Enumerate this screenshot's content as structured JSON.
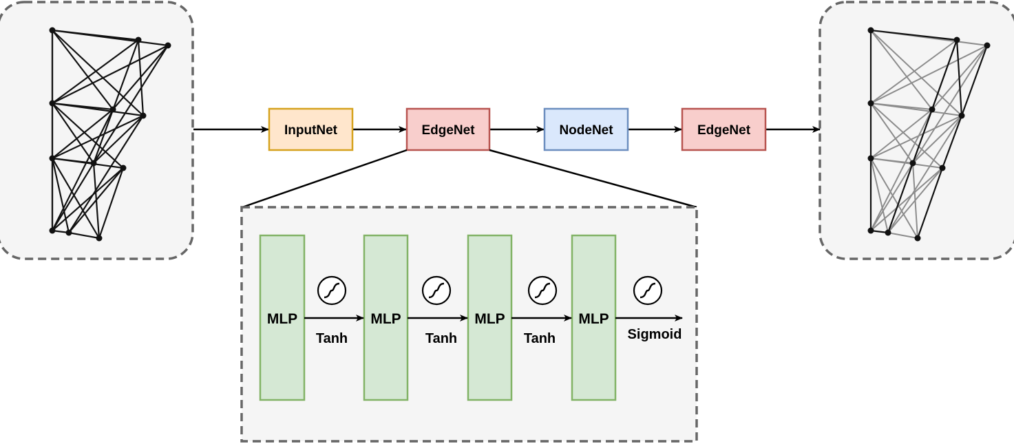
{
  "pipeline": {
    "blocks": [
      {
        "id": "inputnet",
        "label": "InputNet",
        "fill": "#ffe6cc",
        "stroke": "#d6a21e"
      },
      {
        "id": "edgenet-1",
        "label": "EdgeNet",
        "fill": "#f8cecc",
        "stroke": "#b85450"
      },
      {
        "id": "nodenet",
        "label": "NodeNet",
        "fill": "#dae8fc",
        "stroke": "#6c8ebf"
      },
      {
        "id": "edgenet-2",
        "label": "EdgeNet",
        "fill": "#f8cecc",
        "stroke": "#b85450"
      }
    ]
  },
  "edgenet_detail": {
    "mlp_blocks": [
      {
        "label": "MLP"
      },
      {
        "label": "MLP"
      },
      {
        "label": "MLP"
      },
      {
        "label": "MLP"
      }
    ],
    "activations": [
      {
        "label": "Tanh",
        "icon": "sigmoid-icon"
      },
      {
        "label": "Tanh",
        "icon": "sigmoid-icon"
      },
      {
        "label": "Tanh",
        "icon": "sigmoid-icon"
      },
      {
        "label": "Sigmoid",
        "icon": "sigmoid-icon"
      }
    ],
    "mlp_fill": "#d5e8d4",
    "mlp_stroke": "#82b366",
    "panel_fill": "#f5f5f5",
    "panel_stroke": "#666666"
  },
  "graphs": {
    "input_graph_panel_fill": "#f5f5f5",
    "output_graph_panel_fill": "#f5f5f5",
    "edge_dark": "#111111",
    "edge_light": "#8c8c8c"
  }
}
